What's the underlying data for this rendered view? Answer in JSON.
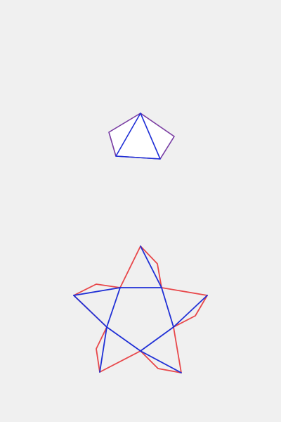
{
  "colors": {
    "background": "#f0f0f0",
    "red_stroke": "#e8474a",
    "blue_stroke": "#1f2fd6",
    "purple_stroke": "#5a35b8",
    "fill_white": "#ffffff"
  },
  "figures": [
    {
      "name": "small-folded-pentagon",
      "shape": "pentagon-with-inner-folds"
    },
    {
      "name": "large-star-pattern",
      "shape": "star-with-outer-flaps"
    }
  ]
}
